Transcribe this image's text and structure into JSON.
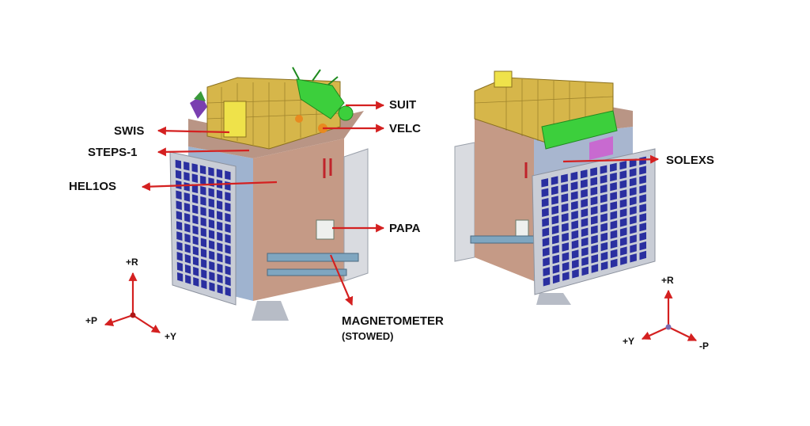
{
  "left_view": {
    "labels": {
      "suit": "SUIT",
      "velc": "VELC",
      "swis": "SWIS",
      "steps1": "STEPS-1",
      "helios": "HEL1OS",
      "papa": "PAPA",
      "magnetometer": "MAGNETOMETER",
      "magnetometer_sub": "(STOWED)"
    },
    "axes": {
      "r": "+R",
      "p": "+P",
      "y": "+Y"
    }
  },
  "right_view": {
    "labels": {
      "solexs": "SOLEXS"
    },
    "axes": {
      "r": "+R",
      "y": "+Y",
      "p": "-P"
    }
  },
  "colors": {
    "arrow": "#d42020",
    "panel_cell": "#2a2fa0",
    "panel_frame": "#c9cdd6",
    "body": "#c8a08a",
    "gold": "#d6b64a",
    "green": "#3ccf3c"
  }
}
